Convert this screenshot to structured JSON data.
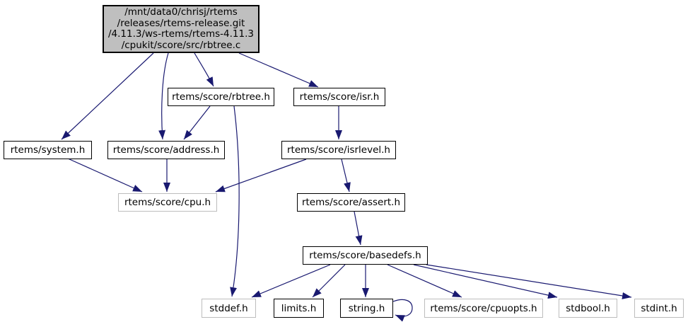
{
  "graph": {
    "type": "include-dependency-graph",
    "colors": {
      "edge": "#191970",
      "main_node_fill": "#bfbfbf",
      "node_fill": "#ffffff",
      "node_border": "#000000",
      "system_node_border": "#bdbdbd",
      "background": "#ffffff"
    },
    "nodes": {
      "main": {
        "lines": [
          "/mnt/data0/chrisj/rtems",
          "/releases/rtems-release.git",
          "/4.11.3/ws-rtems/rtems-4.11.3",
          "/cpukit/score/src/rbtree.c"
        ]
      },
      "rbtree_h": {
        "label": "rtems/score/rbtree.h"
      },
      "isr_h": {
        "label": "rtems/score/isr.h"
      },
      "system_h": {
        "label": "rtems/system.h"
      },
      "address_h": {
        "label": "rtems/score/address.h"
      },
      "isrlevel_h": {
        "label": "rtems/score/isrlevel.h"
      },
      "cpu_h": {
        "label": "rtems/score/cpu.h"
      },
      "assert_h": {
        "label": "rtems/score/assert.h"
      },
      "basedefs_h": {
        "label": "rtems/score/basedefs.h"
      },
      "stddef_h": {
        "label": "stddef.h"
      },
      "limits_h": {
        "label": "limits.h"
      },
      "string_h": {
        "label": "string.h"
      },
      "cpuopts_h": {
        "label": "rtems/score/cpuopts.h"
      },
      "stdbool_h": {
        "label": "stdbool.h"
      },
      "stdint_h": {
        "label": "stdint.h"
      }
    },
    "edges": [
      {
        "from": "rbtree.c",
        "to": "rtems/system.h"
      },
      {
        "from": "rbtree.c",
        "to": "rtems/score/rbtree.h"
      },
      {
        "from": "rbtree.c",
        "to": "rtems/score/isr.h"
      },
      {
        "from": "rbtree.c",
        "to": "rtems/score/address.h"
      },
      {
        "from": "rtems/score/rbtree.h",
        "to": "rtems/score/address.h"
      },
      {
        "from": "rtems/score/rbtree.h",
        "to": "stddef.h"
      },
      {
        "from": "rtems/score/isr.h",
        "to": "rtems/score/isrlevel.h"
      },
      {
        "from": "rtems/system.h",
        "to": "rtems/score/cpu.h"
      },
      {
        "from": "rtems/score/address.h",
        "to": "rtems/score/cpu.h"
      },
      {
        "from": "rtems/score/isrlevel.h",
        "to": "rtems/score/cpu.h"
      },
      {
        "from": "rtems/score/isrlevel.h",
        "to": "rtems/score/assert.h"
      },
      {
        "from": "rtems/score/assert.h",
        "to": "rtems/score/basedefs.h"
      },
      {
        "from": "rtems/score/basedefs.h",
        "to": "stddef.h"
      },
      {
        "from": "rtems/score/basedefs.h",
        "to": "limits.h"
      },
      {
        "from": "rtems/score/basedefs.h",
        "to": "string.h"
      },
      {
        "from": "rtems/score/basedefs.h",
        "to": "rtems/score/cpuopts.h"
      },
      {
        "from": "rtems/score/basedefs.h",
        "to": "stdbool.h"
      },
      {
        "from": "rtems/score/basedefs.h",
        "to": "stdint.h"
      },
      {
        "from": "string.h",
        "to": "string.h"
      }
    ]
  }
}
